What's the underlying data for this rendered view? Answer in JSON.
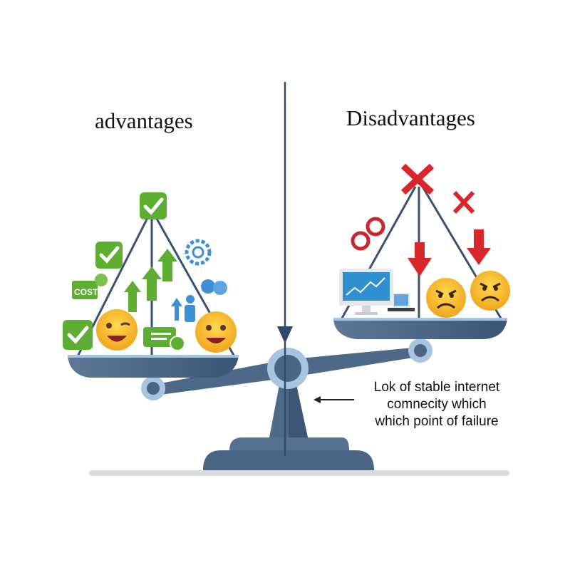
{
  "titles": {
    "left": "advantages",
    "right": "Disadvantages"
  },
  "annotation": {
    "lines": [
      "Lok of stable internet",
      "comnecity which",
      "which point of failure"
    ],
    "arrow": "left-arrow"
  },
  "left_pan": {
    "label": "advantages",
    "icons": [
      "check-icon",
      "check-icon",
      "check-icon",
      "cost-tag-icon",
      "up-arrow-icon",
      "up-arrow-icon",
      "up-arrow-icon",
      "gear-target-icon",
      "handshake-icon",
      "person-growth-icon",
      "id-card-check-icon",
      "winking-face-emoji",
      "smiling-face-emoji"
    ],
    "cost_label": "COST"
  },
  "right_pan": {
    "label": "Disadvantages",
    "icons": [
      "red-x-icon",
      "red-x-icon",
      "refresh-error-icon",
      "down-arrow-icon",
      "down-arrow-icon",
      "computer-monitor-icon",
      "laptop-icon",
      "angry-face-emoji",
      "angry-face-emoji"
    ]
  },
  "colors": {
    "scale_dark": "#3e5878",
    "scale_mid": "#5a7493",
    "scale_light": "#a8c4de",
    "green": "#5fae34",
    "red": "#d9262b",
    "blue": "#3d8fd6",
    "emoji": "#f5b92c"
  }
}
